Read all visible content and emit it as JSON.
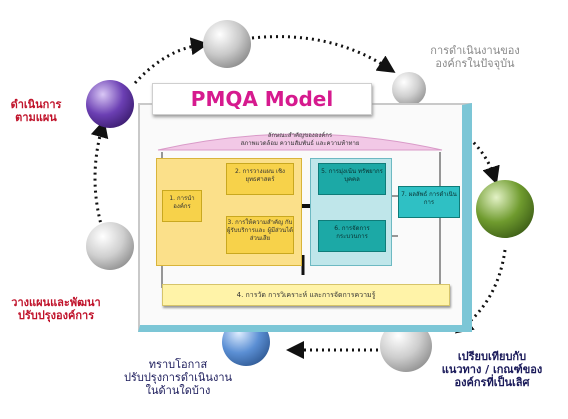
{
  "diagram": {
    "title": "PMQA Model",
    "profile": {
      "line1": "ลักษณะสำคัญขององค์กร",
      "line2": "สภาพแวดล้อม ความสัมพันธ์ และความท้าทาย"
    },
    "categories": {
      "c1": "1. การนำ องค์กร",
      "c2": "2. การวางแผน เชิงยุทธศาสตร์",
      "c3": "3. การให้ความสำคัญ กับผู้รับบริการและ ผู้มีส่วนได้ส่วนเสีย",
      "c4": "4. การวัด การวิเคราะห์ และการจัดการความรู้",
      "c5": "5. การมุ่งเน้น ทรัพยากรบุคคล",
      "c6": "6. การจัดการ กระบวนการ",
      "c7": "7. ผลลัพธ์ การดำเนินการ"
    },
    "cycle_labels": {
      "current_operation": {
        "line1": "การดำเนินงานของ",
        "line2": "องค์กรในปัจจุบัน"
      },
      "compare": {
        "line1": "เปรียบเทียบกับ",
        "line2": "แนวทาง / เกณฑ์ของ",
        "line3": "องค์กรที่เป็นเลิศ"
      },
      "opportunity": {
        "line1": "ทราบโอกาส",
        "line2": "ปรับปรุงการดำเนินงาน",
        "line3": "ในด้านใดบ้าง"
      },
      "plan": {
        "line1": "วางแผนและพัฒนา",
        "line2": "ปรับปรุงองค์การ"
      },
      "execute": {
        "line1": "ดำเนินการ",
        "line2": "ตามแผน"
      }
    },
    "colors": {
      "title": "#d61a8e",
      "red_label": "#c0122a",
      "navy_label": "#1a1a5a",
      "gray_label": "#8a8a8a",
      "yellow": "#f7d24a",
      "teal": "#1ca9a6",
      "frame_accent": "#7cc6d6"
    }
  }
}
